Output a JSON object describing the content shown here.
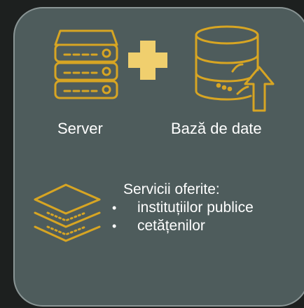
{
  "colors": {
    "background": "#1d201f",
    "panel": "#4e5c5c",
    "panel_border": "#8a9595",
    "icon_gold": "#d7a523",
    "plus_gold": "#f0cf6e",
    "text": "#ffffff"
  },
  "icons": {
    "server": "server-rack-icon",
    "plus": "plus-icon",
    "database": "database-upload-icon",
    "layers": "stacked-layers-icon"
  },
  "labels": {
    "server": "Server",
    "database": "Bază de date"
  },
  "services": {
    "title": "Servicii oferite:",
    "items": [
      "instituțiilor publice",
      "cetățenilor"
    ]
  }
}
